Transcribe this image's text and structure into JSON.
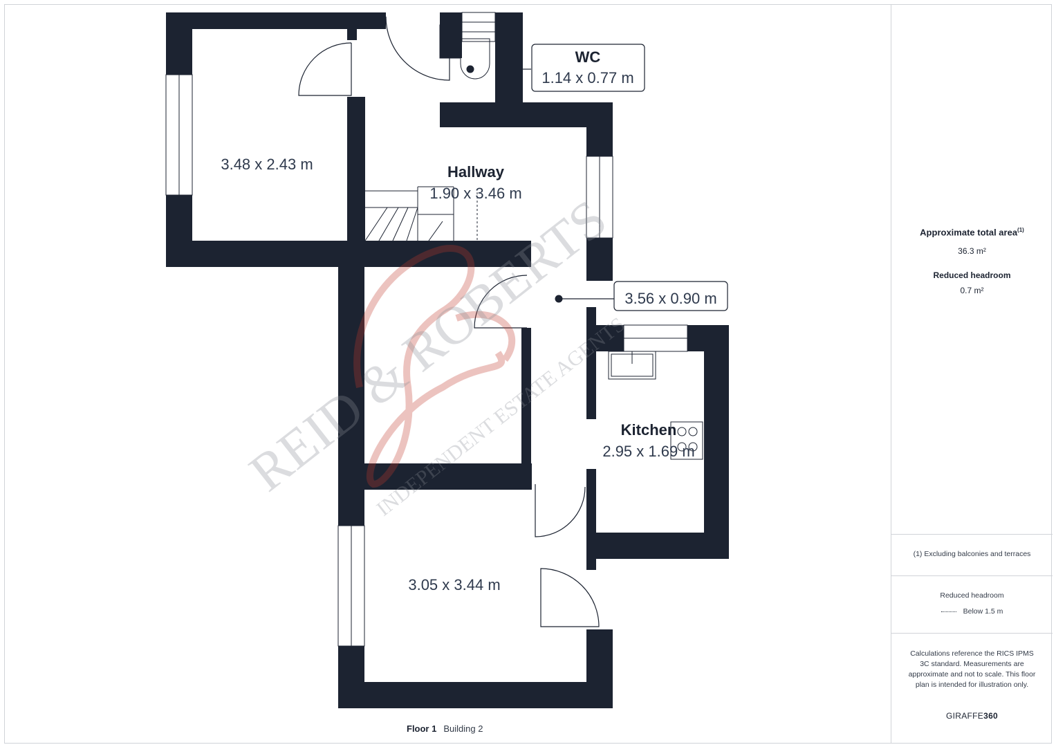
{
  "rooms": {
    "wc": {
      "name": "WC",
      "dims": "1.14 x 0.77 m"
    },
    "bedroom_top": {
      "dims": "3.48 x 2.43 m"
    },
    "hallway": {
      "name": "Hallway",
      "dims": "1.90 x 3.46 m"
    },
    "landing": {
      "dims": "3.56 x 0.90 m"
    },
    "kitchen": {
      "name": "Kitchen",
      "dims": "2.95 x 1.69 m"
    },
    "bedroom_bottom": {
      "dims": "3.05 x 3.44 m"
    }
  },
  "watermark": {
    "brand": "REID & ROBERTS",
    "tagline": "INDEPENDENT ESTATE AGENTS"
  },
  "sidebar": {
    "total_area_label": "Approximate total area",
    "total_area_sup": "(1)",
    "total_area_value": "36.3 m²",
    "reduced_headroom_label": "Reduced headroom",
    "reduced_headroom_value": "0.7 m²",
    "footnote": "(1) Excluding balconies and terraces",
    "legend_title": "Reduced headroom",
    "legend_item": "Below 1.5 m",
    "disclaimer": "Calculations reference the RICS IPMS 3C standard. Measurements are approximate and not to scale. This floor plan is intended for illustration only.",
    "brand_prefix": "GIRAFFE",
    "brand_suffix": "360"
  },
  "footer": {
    "floor": "Floor 1",
    "building": "Building 2"
  },
  "colors": {
    "wall": "#1c2331",
    "watermark_red": "#c0392b",
    "watermark_grey": "#8a8f96",
    "border": "#d0d3d8"
  }
}
